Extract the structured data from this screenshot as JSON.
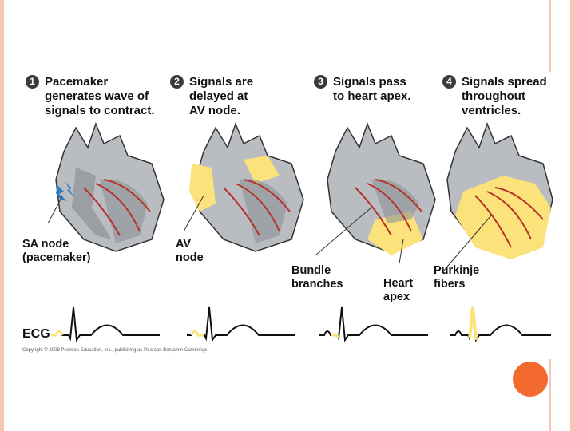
{
  "slide": {
    "colors": {
      "border_pink": "#f6c7b6",
      "accent_orange": "#f26a2e",
      "heart_gray": "#b9bcc0",
      "heart_dark": "#8e9296",
      "signal_yellow": "#fbe27a",
      "conduction_red": "#b5332a",
      "pacemaker_blue": "#2d7fc4"
    }
  },
  "steps": [
    {
      "num": "1",
      "title": "Pacemaker\ngenerates wave of\nsignals to contract."
    },
    {
      "num": "2",
      "title": "Signals are\ndelayed at\nAV node."
    },
    {
      "num": "3",
      "title": "Signals pass\nto heart apex."
    },
    {
      "num": "4",
      "title": "Signals spread\nthroughout\nventricles."
    }
  ],
  "labels": {
    "sa_node": "SA node\n(pacemaker)",
    "av_node": "AV\nnode",
    "bundle": "Bundle\nbranches",
    "heart_apex": "Heart\napex",
    "purkinje": "Purkinje\nfibers",
    "ecg": "ECG"
  },
  "copyright": "Copyright © 2008 Pearson Education, Inc., publishing as Pearson Benjamin Cummings."
}
